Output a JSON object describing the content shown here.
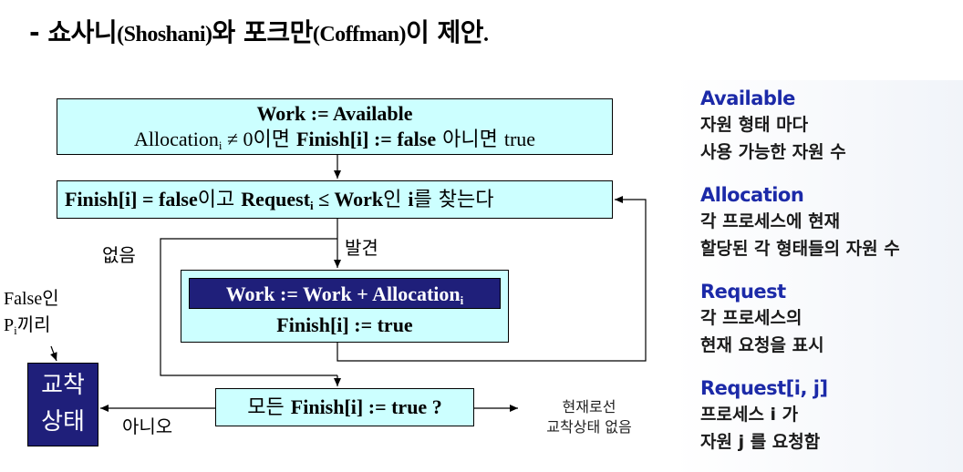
{
  "title": {
    "dash": "- ",
    "p1": "쇼사니",
    "p2": "(Shoshani)",
    "p3": "와 포크만",
    "p4": "(Coffman)",
    "p5": "이 제안",
    "p6": "."
  },
  "box1": {
    "line1": "Work := Available",
    "alloc": "Allocation",
    "sub_i": "i",
    "ne": " ≠ 0",
    "ko1": "이면 ",
    "finish": "Finish[i] := false",
    "ko2": " 아니면 ",
    "true": "true"
  },
  "box2": {
    "a": "Finish[i] = false",
    "ko1": "이고 ",
    "b": "Request",
    "sub_i": "i",
    "c": " ≤ Work",
    "ko2": "인 ",
    "d": "i",
    "ko3": "를 찾는다"
  },
  "box3": {
    "inner_text": "Work := Work + Allocation",
    "sub_i": "i",
    "finish": "Finish[i] := true"
  },
  "box4": {
    "ko": "모든 ",
    "text": "Finish[i] := true ?"
  },
  "deadlock": {
    "line1": "교착",
    "line2": "상태"
  },
  "labels": {
    "none": "없음",
    "found": "발견",
    "no": "아니오",
    "false_pi_1": "False인",
    "false_pi_p": "P",
    "false_pi_sub": "i",
    "false_pi_2": "끼리",
    "result_1": "현재로선",
    "result_2": "교착상태 없음"
  },
  "legend": [
    {
      "term": "Available",
      "desc": [
        "자원 형태 마다",
        "사용 가능한 자원 수"
      ]
    },
    {
      "term": "Allocation",
      "desc": [
        "각 프로세스에 현재",
        "할당된 각 형태들의 자원 수"
      ]
    },
    {
      "term": "Request",
      "desc": [
        "각 프로세스의",
        "현재 요청을 표시"
      ]
    },
    {
      "term": "Request[i, j]",
      "desc": [
        "프로세스 i 가",
        "자원 j 를 요청함"
      ]
    }
  ],
  "colors": {
    "box_fill": "#ccffff",
    "dark_fill": "#1f1f7a",
    "legend_term": "#1c2aa8"
  }
}
